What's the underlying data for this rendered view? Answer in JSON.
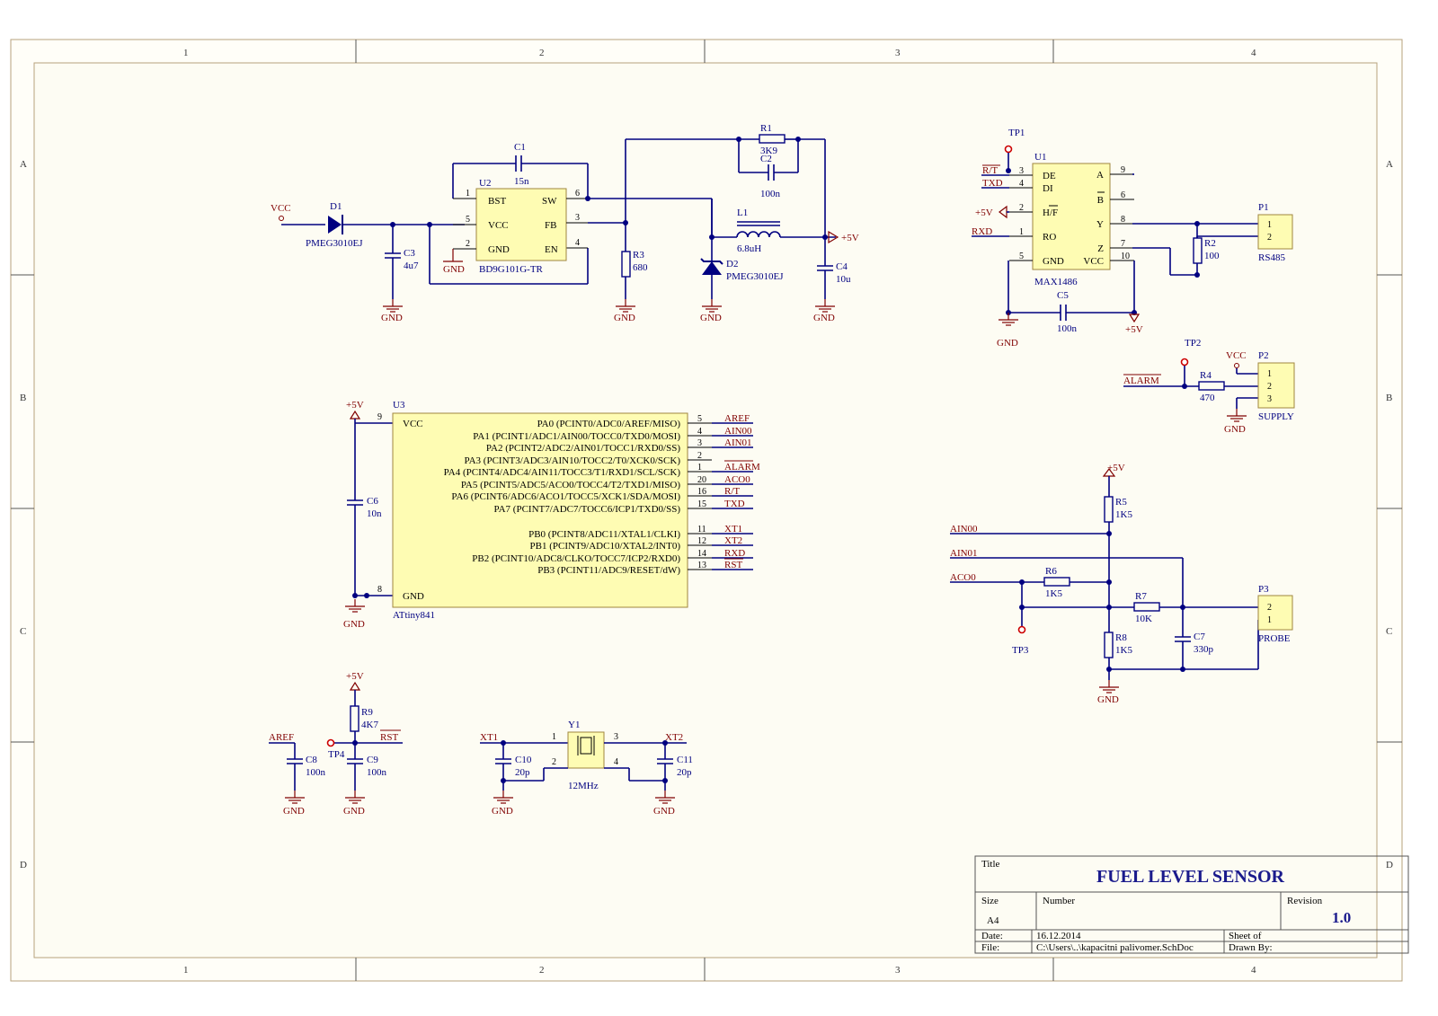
{
  "zones": {
    "cols": [
      "1",
      "2",
      "3",
      "4"
    ],
    "rows": [
      "A",
      "B",
      "C",
      "D"
    ]
  },
  "title_block": {
    "title_label": "Title",
    "title": "FUEL LEVEL SENSOR",
    "size_label": "Size",
    "size": "A4",
    "number_label": "Number",
    "revision_label": "Revision",
    "revision": "1.0",
    "date_label": "Date:",
    "date": "16.12.2014",
    "sheet_label": "Sheet    of",
    "file_label": "File:",
    "file": "C:\\Users\\..\\kapacitni palivomer.SchDoc",
    "drawn_label": "Drawn By:"
  },
  "power": {
    "vcc": "VCC",
    "gnd": "GND",
    "p5v": "+5V"
  },
  "regulator": {
    "d1": {
      "ref": "D1",
      "value": "PMEG3010EJ"
    },
    "c3": {
      "ref": "C3",
      "value": "4u7"
    },
    "c1": {
      "ref": "C1",
      "value": "15n"
    },
    "u2": {
      "ref": "U2",
      "value": "BD9G101G-TR",
      "pins": {
        "bst": "BST",
        "sw": "SW",
        "vcc": "VCC",
        "fb": "FB",
        "gnd": "GND",
        "en": "EN"
      },
      "nums": {
        "bst": "1",
        "sw": "6",
        "vcc": "5",
        "fb": "3",
        "gnd": "2",
        "en": "4"
      }
    },
    "r1": {
      "ref": "R1",
      "value": "3K9"
    },
    "c2": {
      "ref": "C2",
      "value": "100n"
    },
    "l1": {
      "ref": "L1",
      "value": "6.8uH"
    },
    "r3": {
      "ref": "R3",
      "value": "680"
    },
    "d2": {
      "ref": "D2",
      "value": "PMEG3010EJ"
    },
    "c4": {
      "ref": "C4",
      "value": "10u"
    }
  },
  "mcu": {
    "ref": "U3",
    "value": "ATtiny841",
    "vcc": "VCC",
    "vcc_num": "9",
    "gnd": "GND",
    "gnd_num": "8",
    "c6": {
      "ref": "C6",
      "value": "10n"
    },
    "pins": [
      {
        "label": "PA0 (PCINT0/ADC0/AREF/MISO)",
        "num": "5",
        "net": "AREF"
      },
      {
        "label": "PA1 (PCINT1/ADC1/AIN00/TOCC0/TXD0/MOSI)",
        "num": "4",
        "net": "AIN00"
      },
      {
        "label": "PA2 (PCINT2/ADC2/AIN01/TOCC1/RXD0/SS)",
        "num": "3",
        "net": "AIN01"
      },
      {
        "label": "PA3 (PCINT3/ADC3/AIN10/TOCC2/T0/XCK0/SCK)",
        "num": "2",
        "net": ""
      },
      {
        "label": "PA4 (PCINT4/ADC4/AIN11/TOCC3/T1/RXD1/SCL/SCK)",
        "num": "1",
        "net": "ALARM"
      },
      {
        "label": "PA5 (PCINT5/ADC5/ACO0/TOCC4/T2/TXD1/MISO)",
        "num": "20",
        "net": "ACO0"
      },
      {
        "label": "PA6 (PCINT6/ADC6/ACO1/TOCC5/XCK1/SDA/MOSI)",
        "num": "16",
        "net": "R/T"
      },
      {
        "label": "PA7 (PCINT7/ADC7/TOCC6/ICP1/TXD0/SS)",
        "num": "15",
        "net": "TXD"
      },
      {
        "label": "PB0 (PCINT8/ADC11/XTAL1/CLKI)",
        "num": "11",
        "net": "XT1"
      },
      {
        "label": "PB1 (PCINT9/ADC10/XTAL2/INT0)",
        "num": "12",
        "net": "XT2"
      },
      {
        "label": "PB2 (PCINT10/ADC8/CLKO/TOCC7/ICP2/RXD0)",
        "num": "14",
        "net": "RXD"
      },
      {
        "label": "PB3 (PCINT11/ADC9/RESET/dW)",
        "num": "13",
        "net": "RST"
      }
    ]
  },
  "rs485": {
    "tp1": "TP1",
    "u1": {
      "ref": "U1",
      "value": "MAX1486",
      "left": [
        {
          "label": "DE",
          "num": "3",
          "net": "R/T"
        },
        {
          "label": "DI",
          "num": "4",
          "net": "TXD"
        },
        {
          "label": "H/F",
          "num": "2",
          "net": "+5V"
        },
        {
          "label": "RO",
          "num": "1",
          "net": "RXD"
        },
        {
          "label": "GND",
          "num": "5",
          "net": ""
        }
      ],
      "right": [
        {
          "label": "A",
          "num": "9"
        },
        {
          "label": "B",
          "num": "6"
        },
        {
          "label": "Y",
          "num": "8"
        },
        {
          "label": "Z",
          "num": "7"
        },
        {
          "label": "VCC",
          "num": "10"
        }
      ]
    },
    "c5": {
      "ref": "C5",
      "value": "100n"
    },
    "r2": {
      "ref": "R2",
      "value": "100"
    },
    "p1": {
      "ref": "P1",
      "value": "RS485",
      "pins": [
        "1",
        "2"
      ]
    }
  },
  "supply": {
    "tp2": "TP2",
    "alarm": "ALARM",
    "r4": {
      "ref": "R4",
      "value": "470"
    },
    "p2": {
      "ref": "P2",
      "value": "SUPPLY",
      "pins": [
        "1",
        "2",
        "3"
      ]
    }
  },
  "probe": {
    "ain00": "AIN00",
    "ain01": "AIN01",
    "aco0": "ACO0",
    "r5": {
      "ref": "R5",
      "value": "1K5"
    },
    "r6": {
      "ref": "R6",
      "value": "1K5"
    },
    "r7": {
      "ref": "R7",
      "value": "10K"
    },
    "r8": {
      "ref": "R8",
      "value": "1K5"
    },
    "c7": {
      "ref": "C7",
      "value": "330p"
    },
    "tp3": "TP3",
    "p3": {
      "ref": "P3",
      "value": "PROBE",
      "pins": [
        "2",
        "1"
      ]
    }
  },
  "reset": {
    "r9": {
      "ref": "R9",
      "value": "4K7"
    },
    "c8": {
      "ref": "C8",
      "value": "100n"
    },
    "c9": {
      "ref": "C9",
      "value": "100n"
    },
    "tp4": "TP4",
    "aref": "AREF",
    "rst": "RST"
  },
  "crystal": {
    "xt1": "XT1",
    "xt2": "XT2",
    "y1": {
      "ref": "Y1",
      "value": "12MHz",
      "nums": [
        "1",
        "2",
        "3",
        "4"
      ]
    },
    "c10": {
      "ref": "C10",
      "value": "20p"
    },
    "c11": {
      "ref": "C11",
      "value": "20p"
    }
  }
}
